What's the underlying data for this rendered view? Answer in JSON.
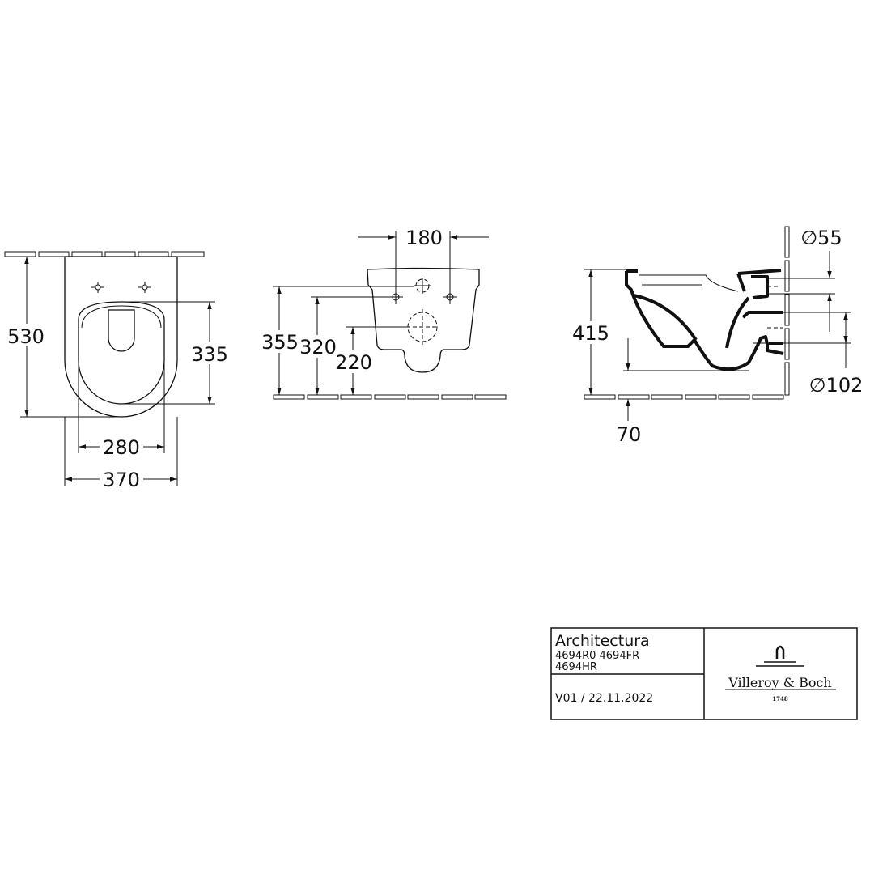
{
  "plan_view": {
    "dim_length": "530",
    "dim_seat_depth": "335",
    "dim_seat_width": "280",
    "dim_width": "370"
  },
  "front_view": {
    "dim_fixing_spacing": "180",
    "dim_height_top": "355",
    "dim_height_fixing": "320",
    "dim_height_outlet": "220"
  },
  "side_view": {
    "dim_height": "415",
    "dim_inlet_diameter": "∅55",
    "dim_outlet_diameter": "∅102",
    "dim_floor_clearance": "70"
  },
  "title_block": {
    "product_name": "Architectura",
    "article_numbers_line1": "4694R0 4694FR",
    "article_numbers_line2": "4694HR",
    "version": "V01 / 22.11.2022",
    "logo_brand": "Villeroy & Boch",
    "logo_year": "1748"
  }
}
